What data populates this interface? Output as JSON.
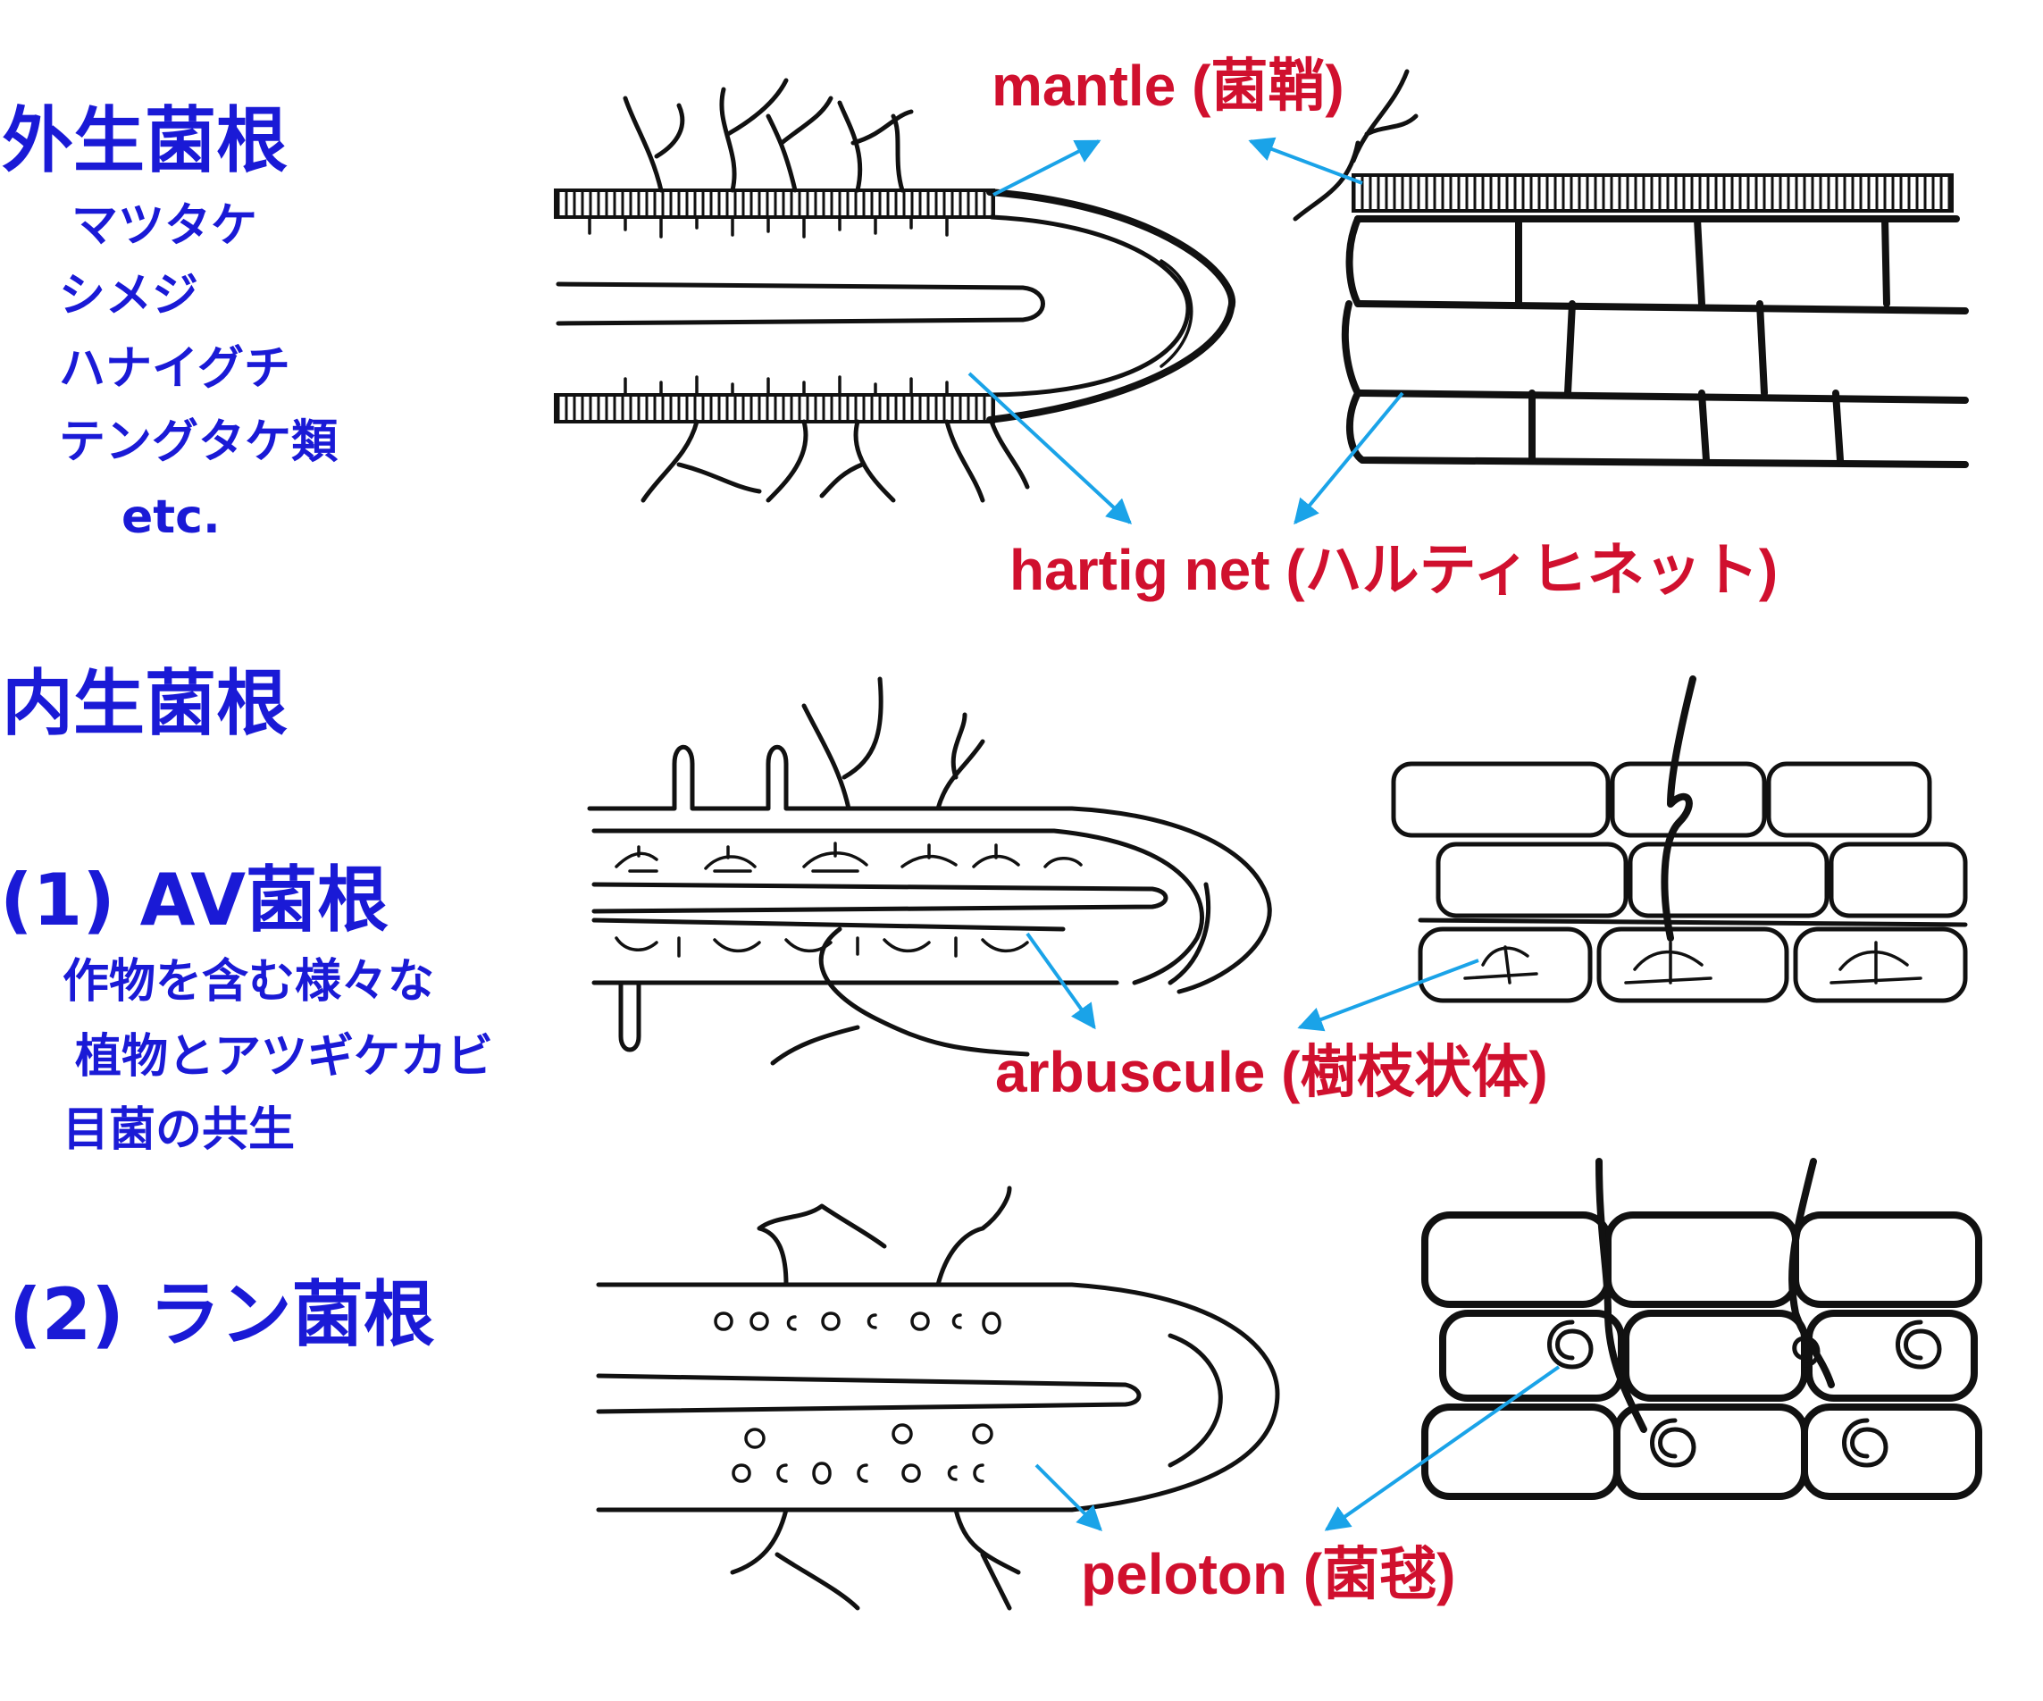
{
  "left_panel": {
    "ecto_title": "外生菌根",
    "ecto_examples": [
      "マツタケ",
      "シメジ",
      "ハナイグチ",
      "テングタケ類",
      "etc."
    ],
    "endo_title": "内生菌根",
    "av_title": "(1)  AV菌根",
    "av_description": [
      "作物を含む様々な",
      "植物とアツギケカビ",
      "目菌の共生"
    ],
    "orchid_title": "(2)  ラン菌根"
  },
  "labels": {
    "mantle": "mantle (菌鞘)",
    "hartig_net": "hartig net (ハルティヒネット)",
    "arbuscule": "arbuscule (樹枝状体)",
    "peloton": "peloton (菌毬)"
  },
  "colors": {
    "heading_blue": "#1a1ad6",
    "label_red": "#d0102e",
    "arrow_cyan": "#1aa3e8",
    "ink": "#111111"
  }
}
